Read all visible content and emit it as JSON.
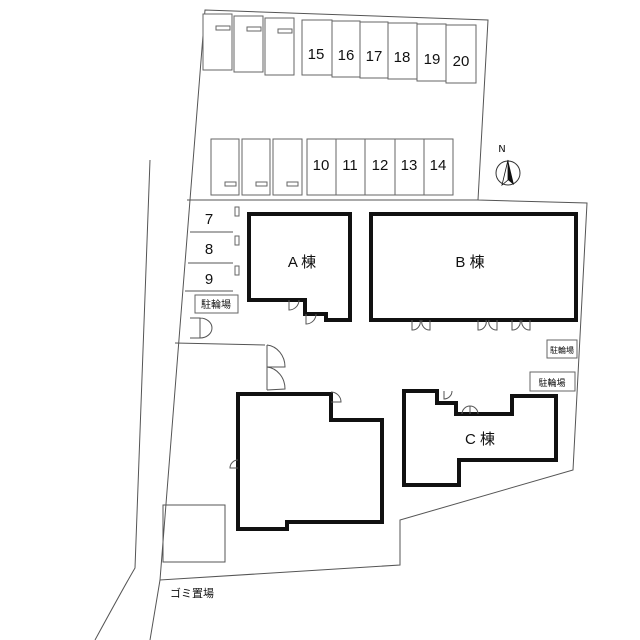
{
  "parking": {
    "top_row_numbers": [
      "15",
      "16",
      "17",
      "18",
      "19",
      "20"
    ],
    "second_row_numbers": [
      "10",
      "11",
      "12",
      "13",
      "14"
    ],
    "side_numbers": [
      "7",
      "8",
      "9"
    ]
  },
  "buildings": {
    "a": "A 棟",
    "b": "B 棟",
    "c": "C 棟"
  },
  "bicycle_parking": [
    "駐輪場",
    "駐輪場",
    "駐輪場"
  ],
  "garbage": "ゴミ置場",
  "compass": {
    "north": "N"
  }
}
